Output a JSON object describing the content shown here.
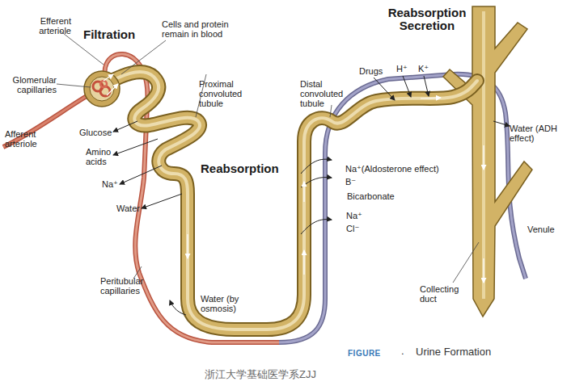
{
  "diagram": {
    "caption": "Urine Formation",
    "labels": [
      "Filtration",
      "Cells and protein remain in blood",
      "Efferent arteriole",
      "Glomerular capillaries",
      "Afferent arteriole",
      "Proximal convoluted tubule",
      "Glucose",
      "Amino acids",
      "Na⁺",
      "Water",
      "Reabsorption",
      "Peritubular capillaries",
      "Water (by osmosis)",
      "Distal convoluted tubule",
      "Reabsorption Secretion",
      "Drugs",
      "H⁺",
      "K⁺",
      "Water (ADH effect)",
      "Na⁺(Aldosterone effect)",
      "B⁻",
      "Bicarbonate",
      "Na⁺",
      "Cl⁻",
      "Venule",
      "Collecting duct",
      "FIGURE",
      ".",
      "浙江大学基础医学系ZJJ"
    ]
  }
}
